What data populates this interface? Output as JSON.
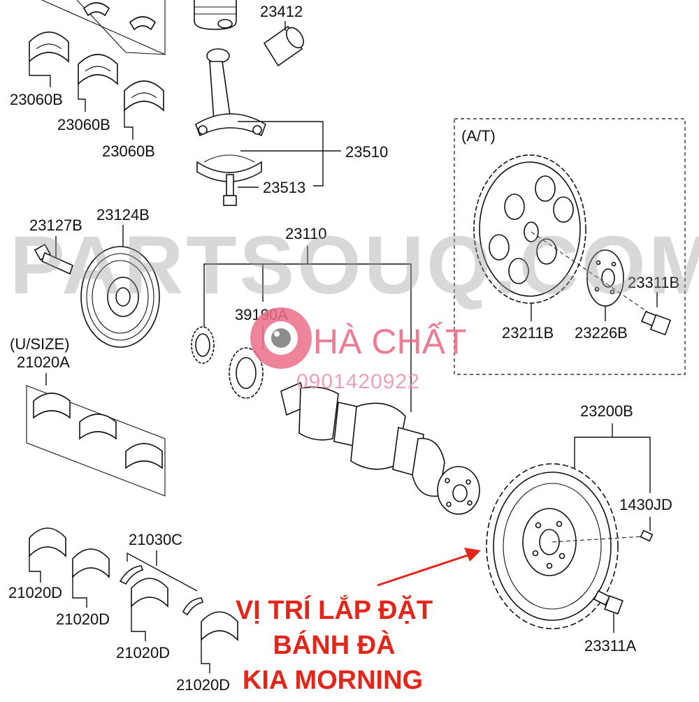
{
  "labels": {
    "p23412": "23412",
    "p23060b_1": "23060B",
    "p23060b_2": "23060B",
    "p23060b_3": "23060B",
    "p23510": "23510",
    "p23513": "23513",
    "at_group": "(A/T)",
    "p23127b": "23127B",
    "p23124b": "23124B",
    "p23110": "23110",
    "p39190a": "39190A",
    "p23311b": "23311B",
    "p23211b": "23211B",
    "p23226b": "23226B",
    "usize": "(U/SIZE)",
    "p21020a": "21020A",
    "p23200b": "23200B",
    "p1430jd": "1430JD",
    "p21030c": "21030C",
    "p21020d_1": "21020D",
    "p21020d_2": "21020D",
    "p21020d_3": "21020D",
    "p21020d_4": "21020D",
    "p23311a": "23311A"
  },
  "callout": {
    "line1": "VỊ TRÍ LẮP ĐẶT",
    "line2": "BÁNH ĐÀ",
    "line3": "KIA MORNING",
    "color": "#e32619"
  },
  "watermark": {
    "site": "PARTSOUQ.COM",
    "brand": "HÀ CHẤT",
    "phone": "0901420922",
    "logo_icon": "camera-lens-logo-icon",
    "logo_color": "#ec6f8a"
  }
}
